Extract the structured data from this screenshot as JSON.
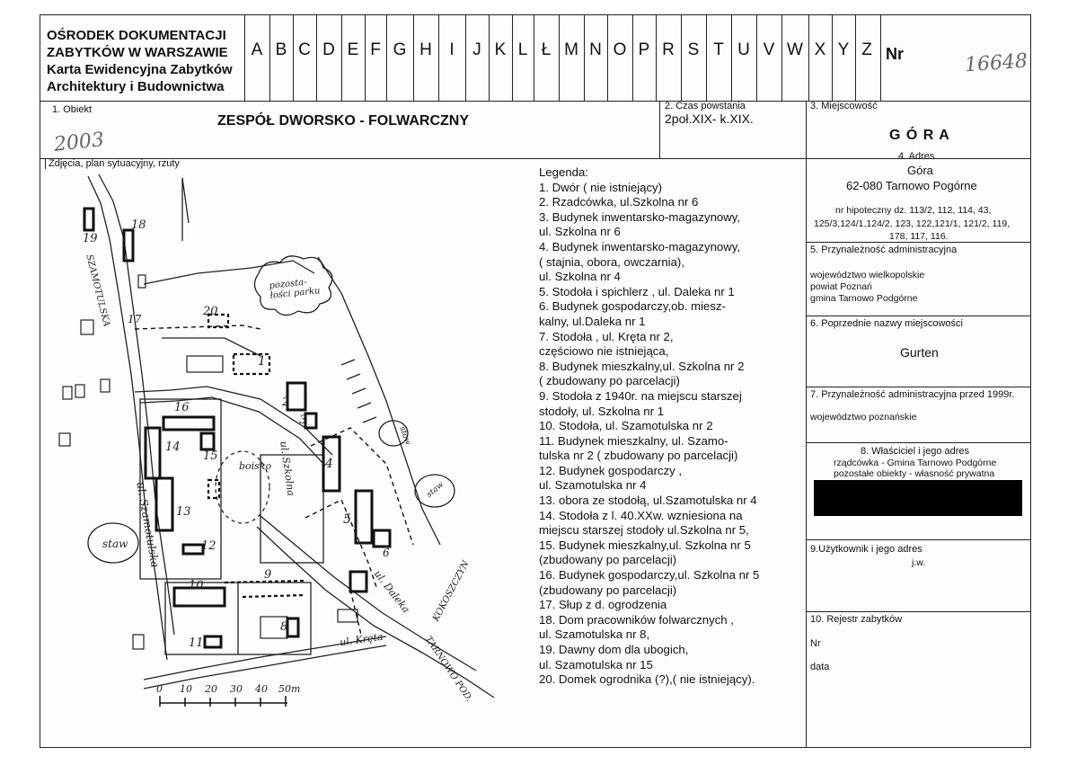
{
  "header": {
    "institution_lines": [
      "OŚRODEK DOKUMENTACJI",
      "ZABYTKÓW W WARSZAWIE",
      "Karta Ewidencyjna Zabytków",
      "Architektury i Budownictwa"
    ],
    "letters": [
      "A",
      "B",
      "C",
      "D",
      "E",
      "F",
      "G",
      "H",
      "I",
      "J",
      "K",
      "L",
      "Ł",
      "M",
      "N",
      "O",
      "P",
      "R",
      "S",
      "T",
      "U",
      "V",
      "W",
      "X",
      "Y",
      "Z"
    ],
    "nr_label": "Nr",
    "nr_value": "16648"
  },
  "object": {
    "label": "1.   Obiekt",
    "name": "ZESPÓŁ DWORSKO - FOLWARCZNY",
    "handwritten": "2003"
  },
  "time": {
    "label": "2. Czas powstania",
    "value": "2poł.XIX- k.XIX."
  },
  "place": {
    "label": "3. Miejscowość",
    "value": "G Ó R A"
  },
  "address": {
    "label": "4.   Adres",
    "line1": "Góra",
    "line2": "62-080 Tarnowo Pogórne",
    "mortgage": [
      "nr hipoteczny  dz. 113/2, 112, 114, 43,",
      "125/3,124/1,124/2, 123, 122,121/1, 121/2, 119,",
      "178, 117, 116."
    ]
  },
  "admin": {
    "label": "5. Przynależność administracyjna",
    "lines": [
      "województwo wielkopolskie",
      "powiat Poznań",
      "gmina  Tarnowo Podgórne"
    ]
  },
  "former_names": {
    "label": "6. Poprzednie nazwy miejscowości",
    "value": "Gurten"
  },
  "admin_pre1999": {
    "label": "7. Przynależność administracyjna przed 1999r.",
    "value": "województwo poznańskie"
  },
  "owner": {
    "label": "8.   Właściciel i jego adres",
    "lines": [
      "rządcówka - Gmina Tarnowo Podgórne",
      "pozostałe obiekty - własność prywatna"
    ]
  },
  "user": {
    "label": "9.Użytkownik i jego adres",
    "value": "j.w."
  },
  "register": {
    "label": "10. Rejestr zabytków",
    "nr": "Nr",
    "data": "data"
  },
  "photos_label": "Zdjęcia, plan sytuacyjny, rzuty",
  "legend": {
    "title": "Legenda:",
    "lines": [
      "1. Dwór  ( nie istniejący)",
      "2. Rzadcówka, ul.Szkolna nr 6",
      "3. Budynek inwentarsko-magazynowy,",
      "     ul. Szkolna nr 6",
      "4. Budynek inwentarsko-magazynowy,",
      "     ( stajnia, obora, owczarnia),",
      "     ul. Szkolna nr 4",
      "5. Stodoła i spichlerz , ul. Daleka nr 1",
      "6.  Budynek gospodarczy,ob. miesz-",
      "     kalny, ul.Daleka nr 1",
      "7.  Stodoła , ul. Kręta nr 2,",
      "     częściowo nie istniejąca,",
      "8.  Budynek mieszkalny,ul. Szkolna nr 2",
      "     ( zbudowany po parcelacji)",
      "9.  Stodoła z 1940r. na miejscu starszej",
      "     stodoły, ul. Szkolna nr 1",
      "10. Stodoła, ul. Szamotulska nr 2",
      "11. Budynek mieszkalny, ul. Szamo-",
      "     tulska nr 2 ( zbudowany po parcelacji)",
      "12. Budynek gospodarczy ,",
      "     ul. Szamotulska nr 4",
      "13. obora ze stodołą, ul.Szamotulska nr 4",
      "14. Stodoła z l. 40.XXw. wzniesiona na",
      "     miejscu starszej stodoły ul.Szkolna nr 5,",
      "15. Budynek mieszkalny,ul. Szkolna nr 5",
      "     (zbudowany po parcelacji)",
      "16. Budynek gospodarczy,ul. Szkolna nr 5",
      "     (zbudowany po parcelacji)",
      "17. Słup z d. ogrodzenia",
      "18. Dom pracowników folwarcznych ,",
      "     ul. Szamotulska nr 8,",
      "19. Dawny dom dla ubogich,",
      "     ul. Szamotulska nr 15",
      "20. Domek ogrodnika (?),( nie istniejący)."
    ]
  },
  "map": {
    "street_szamotulska_top": "SZAMOTULSKA",
    "street_szamotulska": "ul. Szamotulska",
    "street_szkolna": "ul. Szkolna",
    "street_daleka": "ul. Daleka",
    "street_kreta": "ul. Kręta",
    "road_kokoszczyn": "KOKOSZCZYN",
    "road_tarnowo": "TARNOWO POD.",
    "park_text": "pozosta-\nłości parku",
    "boisko": "boisko",
    "staw": "staw",
    "building_numbers": [
      "1",
      "2",
      "3",
      "4",
      "5",
      "6",
      "8",
      "9",
      "10",
      "11",
      "12",
      "13",
      "14",
      "15",
      "16",
      "17",
      "18",
      "19",
      "20"
    ],
    "scale_ticks": [
      "0",
      "10",
      "20",
      "30",
      "40",
      "50m"
    ]
  }
}
